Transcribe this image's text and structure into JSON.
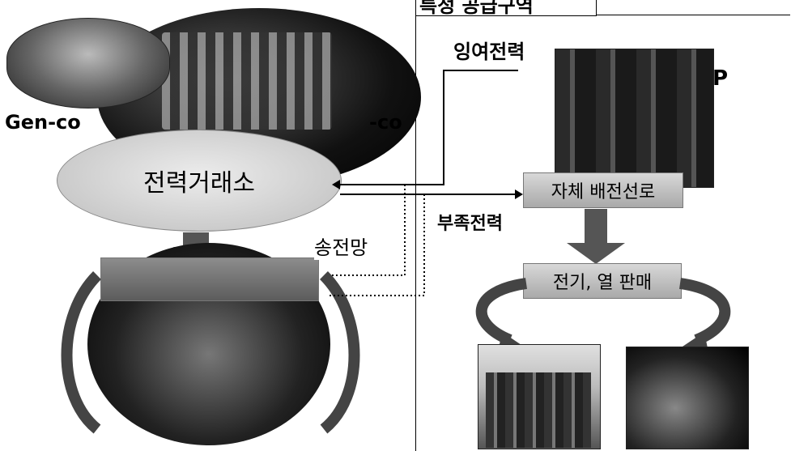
{
  "left": {
    "genco_left": "Gen-co",
    "genco_right": "-co",
    "exchange": "전력거래소",
    "transmission": "송전망",
    "utility_box": ""
  },
  "right": {
    "region_title": "특정 공급구역",
    "surplus_power": "잉여전력",
    "p_label": "P",
    "self_line": "자체 배전선로",
    "shortage_power": "부족전력",
    "sales": "전기, 열 판매"
  }
}
